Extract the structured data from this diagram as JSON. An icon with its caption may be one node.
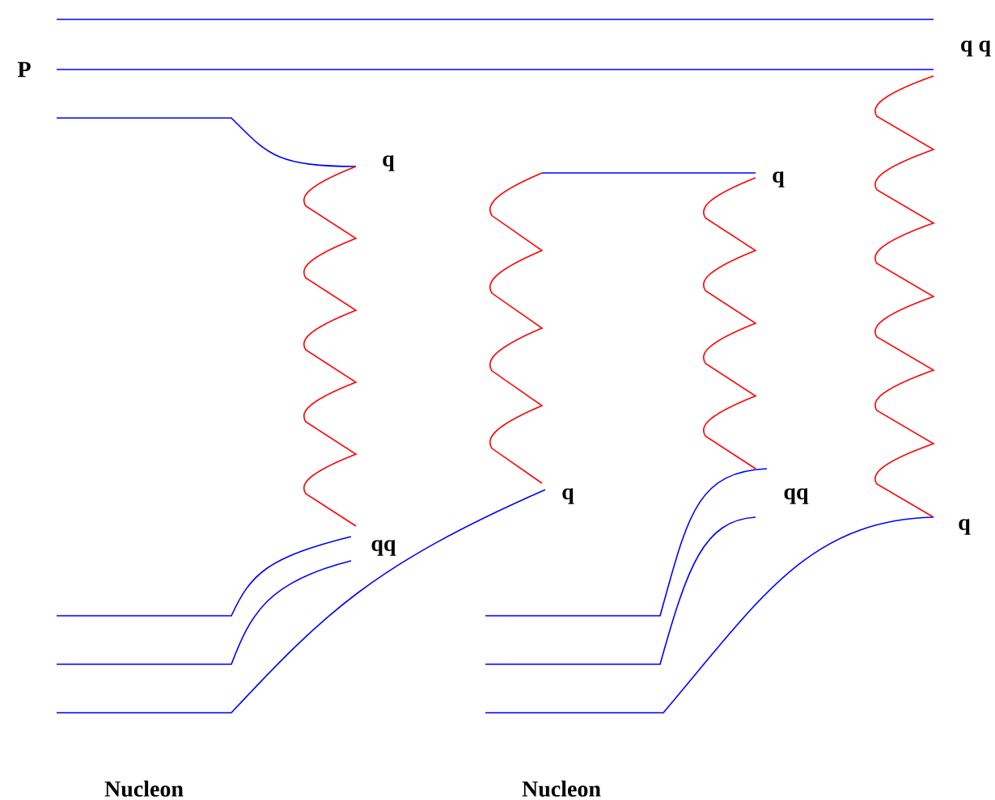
{
  "diagram": {
    "labels": [
      "q q",
      "P",
      "q",
      "q",
      "q",
      "qq",
      "q",
      "qq",
      "Nucleon",
      "Nucleon"
    ]
  }
}
